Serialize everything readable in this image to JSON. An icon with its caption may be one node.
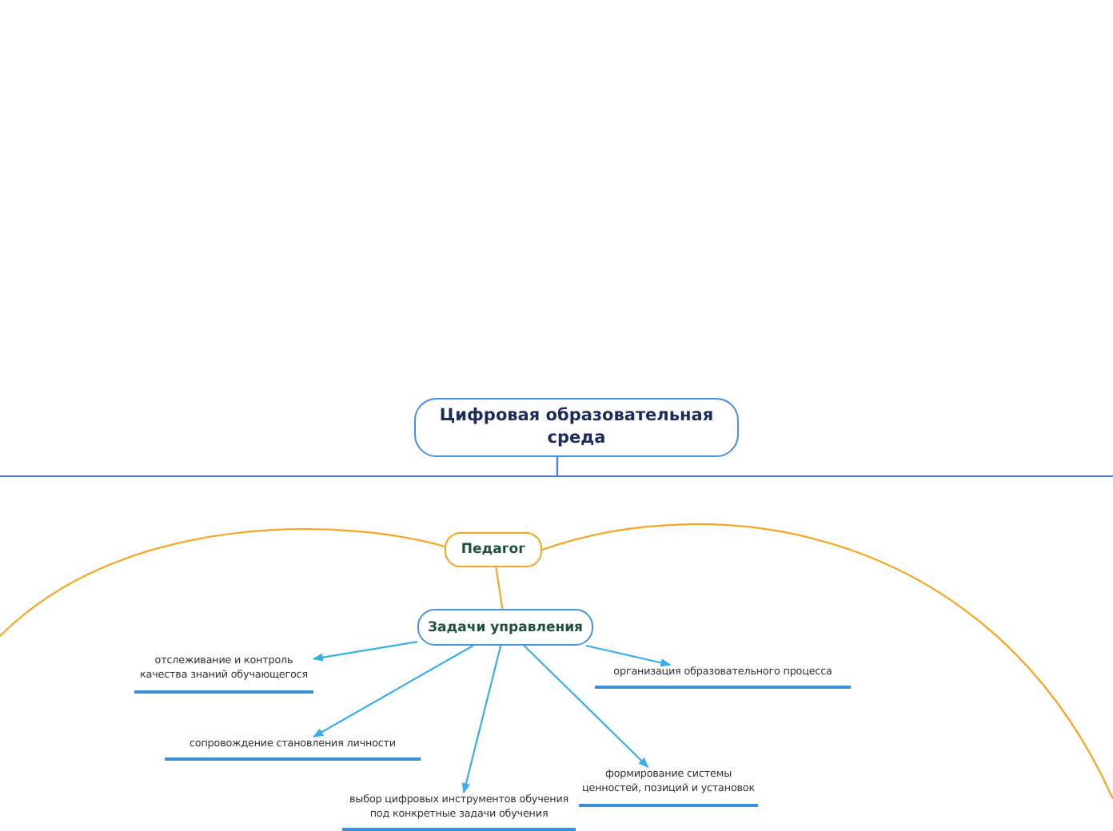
{
  "diagram": {
    "nodes": [
      {
        "text": [
          "Цифровая образовательная среда"
        ]
      },
      {
        "text": [
          "Педагог"
        ]
      },
      {
        "text": [
          "Задачи управления"
        ]
      },
      {
        "text": [
          "отслеживание и контроль качества знаний обучающегося"
        ]
      },
      {
        "text": [
          "сопровождение становления личности"
        ]
      },
      {
        "text": [
          "выбор цифровых инструментов обучения под конкретные задачи обучения"
        ]
      },
      {
        "text": [
          "организация образовательного процесса"
        ]
      },
      {
        "text": [
          "формирование системы ценностей, позиций и установок"
        ]
      }
    ],
    "edges": [
      {
        "from": 0,
        "to": null,
        "arrow": "none",
        "color": "#4a7be8"
      },
      {
        "from": 0,
        "to": null,
        "arrow": "none",
        "color": "#4a7be8"
      },
      {
        "from": 1,
        "to": null,
        "arrow": "none",
        "color": "#f5a623"
      },
      {
        "from": 1,
        "to": null,
        "arrow": "none",
        "color": "#f5a623"
      },
      {
        "from": 1,
        "to": 2,
        "arrow": "none",
        "color": "#f5a623"
      },
      {
        "from": 2,
        "to": 3,
        "arrow": "to"
      },
      {
        "from": 2,
        "to": 4,
        "arrow": "to"
      },
      {
        "from": 2,
        "to": 5,
        "arrow": "to"
      },
      {
        "from": 2,
        "to": 6,
        "arrow": "to"
      },
      {
        "from": 2,
        "to": 7,
        "arrow": "to"
      }
    ]
  }
}
